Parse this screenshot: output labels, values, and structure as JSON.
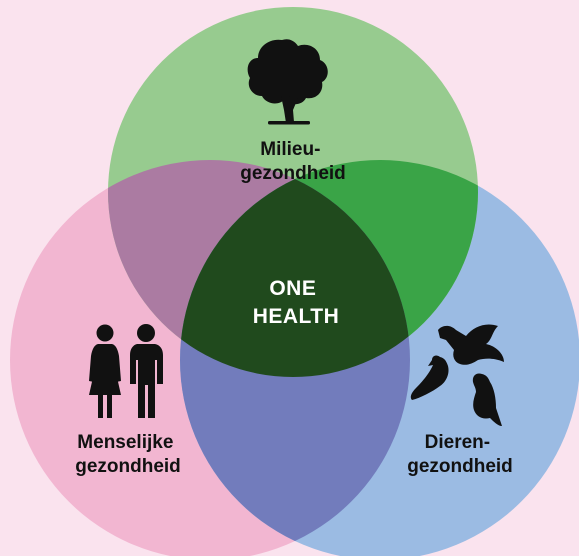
{
  "colors": {
    "background": "#fae3ee",
    "environment": "#97cb8f",
    "human": "#f2b6d1",
    "animal": "#9bbbe3",
    "environment_human": "#ab7ba2",
    "environment_animal": "#3aa447",
    "human_animal": "#727cbc",
    "all_three": "#204a1d"
  },
  "circles": {
    "environment": {
      "line1": "Milieu-",
      "line2": "gezondheid",
      "icon": "tree-icon"
    },
    "human": {
      "line1": "Menselijke",
      "line2": "gezondheid",
      "icon": "people-icon"
    },
    "animal": {
      "line1": "Dieren-",
      "line2": "gezondheid",
      "icon": "birds-icon"
    }
  },
  "center": {
    "line1": "ONE",
    "line2": "HEALTH"
  }
}
